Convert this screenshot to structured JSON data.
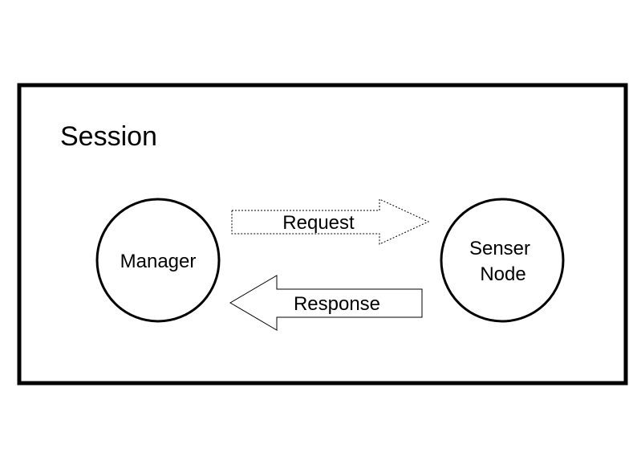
{
  "session": {
    "title": "Session"
  },
  "nodes": {
    "manager": "Manager",
    "sensor_line1": "Senser",
    "sensor_line2": "Node"
  },
  "arrows": {
    "request": "Request",
    "response": "Response"
  },
  "colors": {
    "stroke": "#000000",
    "fill": "#ffffff"
  }
}
